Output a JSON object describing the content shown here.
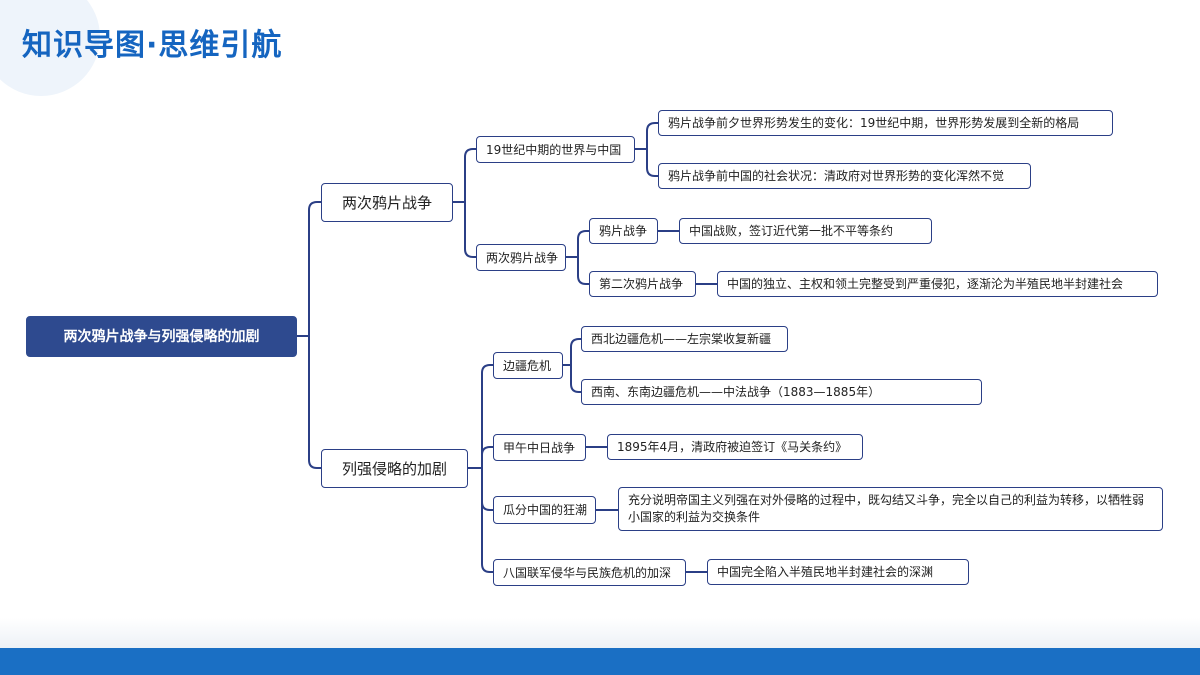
{
  "header": {
    "title": "知识导图·思维引航"
  },
  "mindmap": {
    "root": "两次鸦片战争与列强侵略的加剧",
    "branch1": {
      "label": "两次鸦片战争",
      "world": {
        "label": "19世纪中期的世界与中国",
        "detail1": "鸦片战争前夕世界形势发生的变化：19世纪中期，世界形势发展到全新的格局",
        "detail2": "鸦片战争前中国的社会状况：清政府对世界形势的变化浑然不觉"
      },
      "wars": {
        "label": "两次鸦片战争",
        "first": {
          "label": "鸦片战争",
          "detail": "中国战败，签订近代第一批不平等条约"
        },
        "second": {
          "label": "第二次鸦片战争",
          "detail": "中国的独立、主权和领土完整受到严重侵犯，逐渐沦为半殖民地半封建社会"
        }
      }
    },
    "branch2": {
      "label": "列强侵略的加剧",
      "frontier": {
        "label": "边疆危机",
        "detail1": "西北边疆危机——左宗棠收复新疆",
        "detail2": "西南、东南边疆危机——中法战争（1883—1885年）"
      },
      "sino_japanese": {
        "label": "甲午中日战争",
        "detail": "1895年4月，清政府被迫签订《马关条约》"
      },
      "partition": {
        "label": "瓜分中国的狂潮",
        "detail": "充分说明帝国主义列强在对外侵略的过程中，既勾结又斗争，完全以自己的利益为转移，以牺牲弱小国家的利益为交换条件"
      },
      "eight_nation": {
        "label": "八国联军侵华与民族危机的加深",
        "detail": "中国完全陷入半殖民地半封建社会的深渊"
      }
    }
  },
  "colors": {
    "title": "#1565c0",
    "root_fill": "#2e4a8f",
    "node_border": "#2b3f86",
    "connector": "#2b3f86",
    "bottom_bar": "#1a6fc4"
  }
}
